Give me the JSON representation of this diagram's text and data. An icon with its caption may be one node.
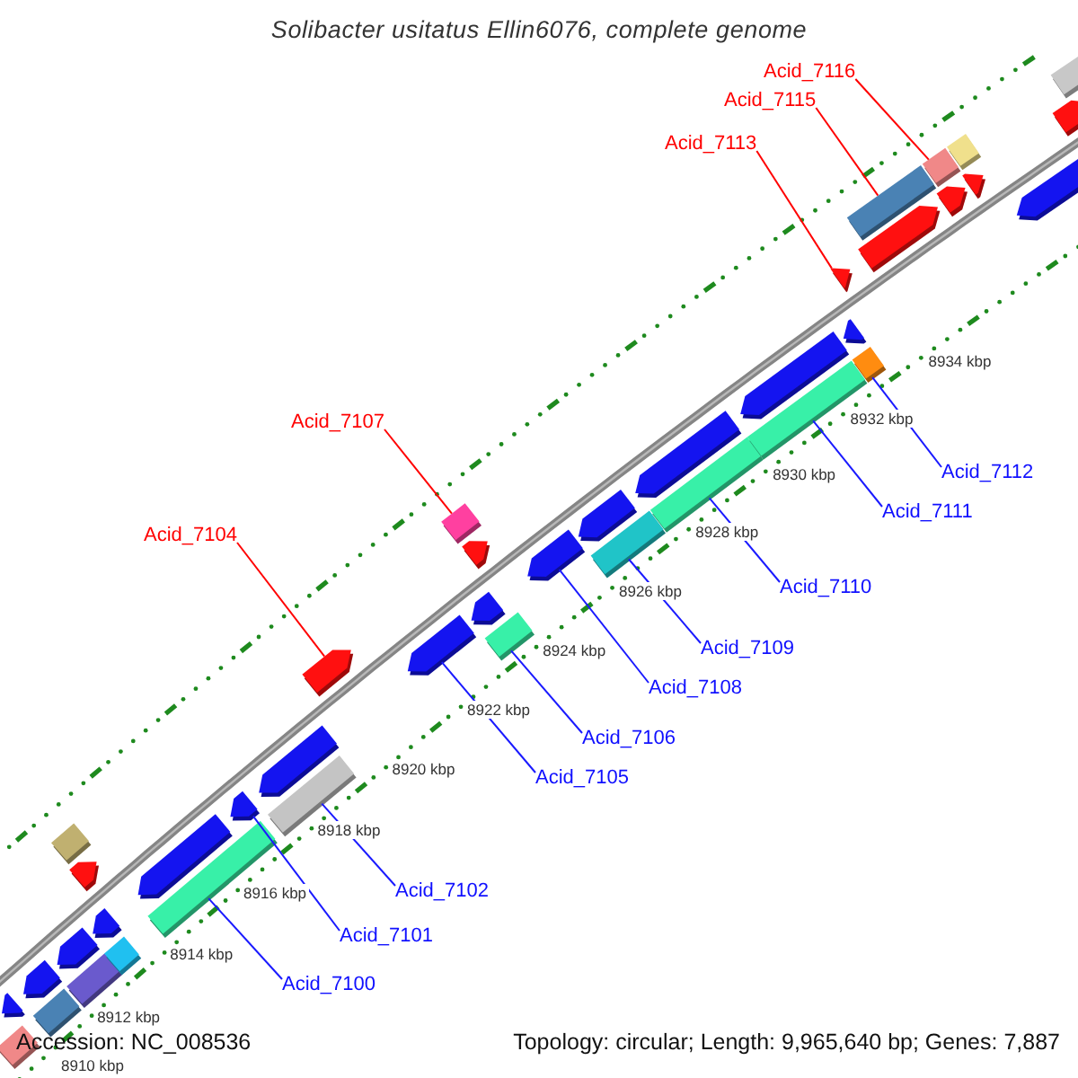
{
  "diagram": {
    "title": "Solibacter usitatus Ellin6076, complete genome",
    "nodes": [
      {
        "text": [
          "Acid_7116"
        ]
      },
      {
        "text": [
          "Acid_7115"
        ]
      },
      {
        "text": [
          "Acid_7113"
        ]
      },
      {
        "text": [
          "Acid_7107"
        ]
      },
      {
        "text": [
          "Acid_7112"
        ]
      },
      {
        "text": [
          "Acid_7111"
        ]
      },
      {
        "text": [
          "Acid_7104"
        ]
      },
      {
        "text": [
          "Acid_7110"
        ]
      },
      {
        "text": [
          "Acid_7109"
        ]
      },
      {
        "text": [
          "Acid_7108"
        ]
      },
      {
        "text": [
          "Acid_7106"
        ]
      },
      {
        "text": [
          "Acid_7105"
        ]
      },
      {
        "text": [
          "Acid_7102"
        ]
      },
      {
        "text": [
          "Acid_7101"
        ]
      },
      {
        "text": [
          "Acid_7100"
        ]
      },
      {
        "text": [],
        "shape": "pentagon"
      },
      {
        "text": [],
        "shape": "box"
      },
      {
        "text": [],
        "shape": "pentagon"
      },
      {
        "text": [],
        "shape": "box"
      },
      {
        "text": [],
        "shape": "pentagon"
      },
      {
        "text": [],
        "shape": "box"
      },
      {
        "text": [],
        "shape": "box"
      },
      {
        "text": [],
        "shape": "pentagon"
      },
      {
        "text": [],
        "shape": "pentagon"
      },
      {
        "text": [],
        "shape": "box"
      },
      {
        "text": [],
        "shape": "pentagon"
      },
      {
        "text": [],
        "shape": "box"
      },
      {
        "text": [],
        "shape": "pentagon"
      },
      {
        "text": [],
        "shape": "pentagon"
      },
      {
        "text": [],
        "shape": "box"
      },
      {
        "text": [],
        "shape": "pentagon"
      },
      {
        "text": [],
        "shape": "pentagon"
      },
      {
        "text": [],
        "shape": "box"
      },
      {
        "text": [],
        "shape": "pentagon"
      },
      {
        "text": [],
        "shape": "pentagon"
      },
      {
        "text": [],
        "shape": "box"
      },
      {
        "text": [],
        "shape": "pentagon"
      },
      {
        "text": [],
        "shape": "pentagon"
      },
      {
        "text": [],
        "shape": "box"
      },
      {
        "text": [],
        "shape": "pentagon"
      },
      {
        "text": [],
        "shape": "box"
      },
      {
        "text": [],
        "shape": "pentagon"
      },
      {
        "text": [],
        "shape": "box"
      },
      {
        "text": [],
        "shape": "pentagon"
      },
      {
        "text": [],
        "shape": "pentagon"
      },
      {
        "text": [],
        "shape": "box"
      },
      {
        "text": [],
        "shape": "box"
      },
      {
        "text": [],
        "shape": "pentagon"
      },
      {
        "text": [],
        "shape": "box"
      },
      {
        "text": [],
        "shape": "pentagon"
      },
      {
        "text": [],
        "shape": "box"
      },
      {
        "text": [],
        "shape": "pentagon"
      },
      {
        "text": [],
        "shape": "pentagon"
      },
      {
        "text": [],
        "shape": "box"
      },
      {
        "text": [],
        "shape": "pentagon"
      }
    ],
    "edges": [
      {
        "from": 0,
        "to": 48,
        "arrow": "none",
        "color": "#ff0000"
      },
      {
        "from": 1,
        "to": 45,
        "arrow": "none",
        "color": "#ff0000"
      },
      {
        "from": 2,
        "to": 43,
        "arrow": "none",
        "color": "#ff0000"
      },
      {
        "from": 3,
        "to": 32,
        "arrow": "none",
        "color": "#ff0000"
      },
      {
        "from": 4,
        "to": 46,
        "arrow": "none"
      },
      {
        "from": 5,
        "to": 42,
        "arrow": "none"
      },
      {
        "from": 6,
        "to": 30,
        "arrow": "none",
        "color": "#ff0000"
      },
      {
        "from": 7,
        "to": 40,
        "arrow": "none"
      },
      {
        "from": 8,
        "to": 38,
        "arrow": "none"
      },
      {
        "from": 9,
        "to": 36,
        "arrow": "none"
      },
      {
        "from": 10,
        "to": 35,
        "arrow": "none"
      },
      {
        "from": 11,
        "to": 31,
        "arrow": "none"
      },
      {
        "from": 12,
        "to": 29,
        "arrow": "none"
      },
      {
        "from": 13,
        "to": 27,
        "arrow": "none"
      },
      {
        "from": 14,
        "to": 26,
        "arrow": "none"
      }
    ],
    "labels": [
      "8934 kbp",
      "8932 kbp",
      "8930 kbp",
      "8928 kbp",
      "8926 kbp",
      "8924 kbp",
      "8922 kbp",
      "8920 kbp",
      "8918 kbp",
      "8916 kbp",
      "8914 kbp",
      "8912 kbp",
      "8910 kbp",
      "Accession: NC_008536",
      "Topology: circular; Length: 9,965,640 bp; Genes: 7,887"
    ]
  }
}
